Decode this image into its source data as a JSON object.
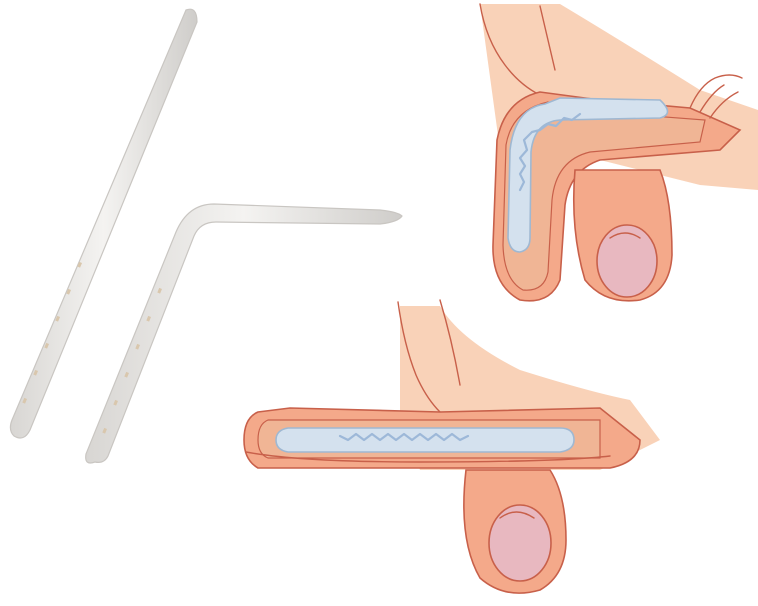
{
  "figure": {
    "panels": [
      {
        "id": "malleable-rod-straight",
        "icon": "implant-rod-straight"
      },
      {
        "id": "malleable-rod-bent",
        "icon": "implant-rod-bent"
      },
      {
        "id": "anatomy-implant-flaccid",
        "icon": "anatomy-cross-section"
      },
      {
        "id": "anatomy-implant-erect",
        "icon": "anatomy-cross-section"
      }
    ]
  },
  "colors": {
    "background": "#ffffff",
    "skin": "#f4a98a",
    "skin_light": "#f9d2b8",
    "outline": "#c8604a",
    "tissue": "#f0b595",
    "implant": "#d4e1ee",
    "implant_edge": "#9fb8d2",
    "core": "#9db8d8",
    "testis": "#e8b8c0",
    "rod": "#ecebe8"
  }
}
